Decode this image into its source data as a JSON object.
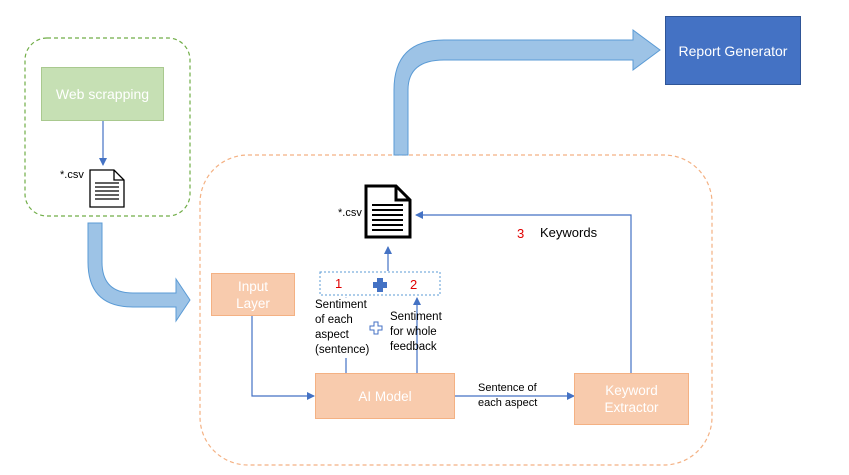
{
  "nodes": {
    "web_scrapping": "Web scrapping",
    "report_generator": "Report Generator",
    "input_layer": "Input\nLayer",
    "ai_model": "AI Model",
    "keyword_extractor": "Keyword\nExtractor"
  },
  "files": {
    "csv_left": "*.csv",
    "csv_center": "*.csv"
  },
  "labels": {
    "num1": "1",
    "num2": "2",
    "num3": "3",
    "keywords": "Keywords",
    "sentiment_aspect": "Sentiment\nof each\naspect\n(sentence)",
    "sentiment_whole": "Sentiment\nfor whole\nfeedback",
    "sentence_each_aspect": "Sentence of\neach aspect"
  },
  "colors": {
    "green_fill": "#c6e0b4",
    "blue_fill": "#4472c4",
    "peach_fill": "#f8cbad",
    "arrow_blue": "#4472c4",
    "thick_arrow_fill": "#9dc3e6",
    "number_red": "#e00000"
  }
}
